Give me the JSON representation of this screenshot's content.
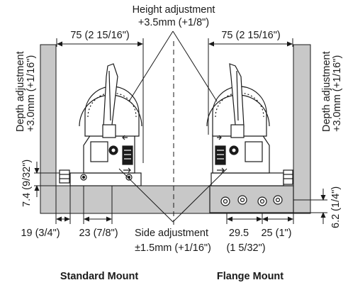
{
  "labels": {
    "height_adjustment": "Height adjustment",
    "height_value": "+3.5mm (+1/8\")",
    "depth_adjustment": "Depth adjustment",
    "depth_value": "+3.0mm (+1/16\")",
    "side_adjustment": "Side adjustment",
    "side_value": "±1.5mm (+1/16\")"
  },
  "dimensions": {
    "width_left": "75 (2 15/16\")",
    "width_right": "75 (2 15/16\")",
    "height_left": "7.4 (9/32\")",
    "height_right": "6.2 (1/4\")",
    "bottom_19": "19 (3/4\")",
    "bottom_23": "23 (7/8\")",
    "bottom_29_5": "29.5",
    "bottom_29_5_inch": "(1 5/32\")",
    "bottom_25": "25 (1\")"
  },
  "captions": {
    "standard": "Standard Mount",
    "flange": "Flange Mount"
  },
  "colors": {
    "panel_fill": "#c8c8c8",
    "line": "#1a1a1a"
  }
}
